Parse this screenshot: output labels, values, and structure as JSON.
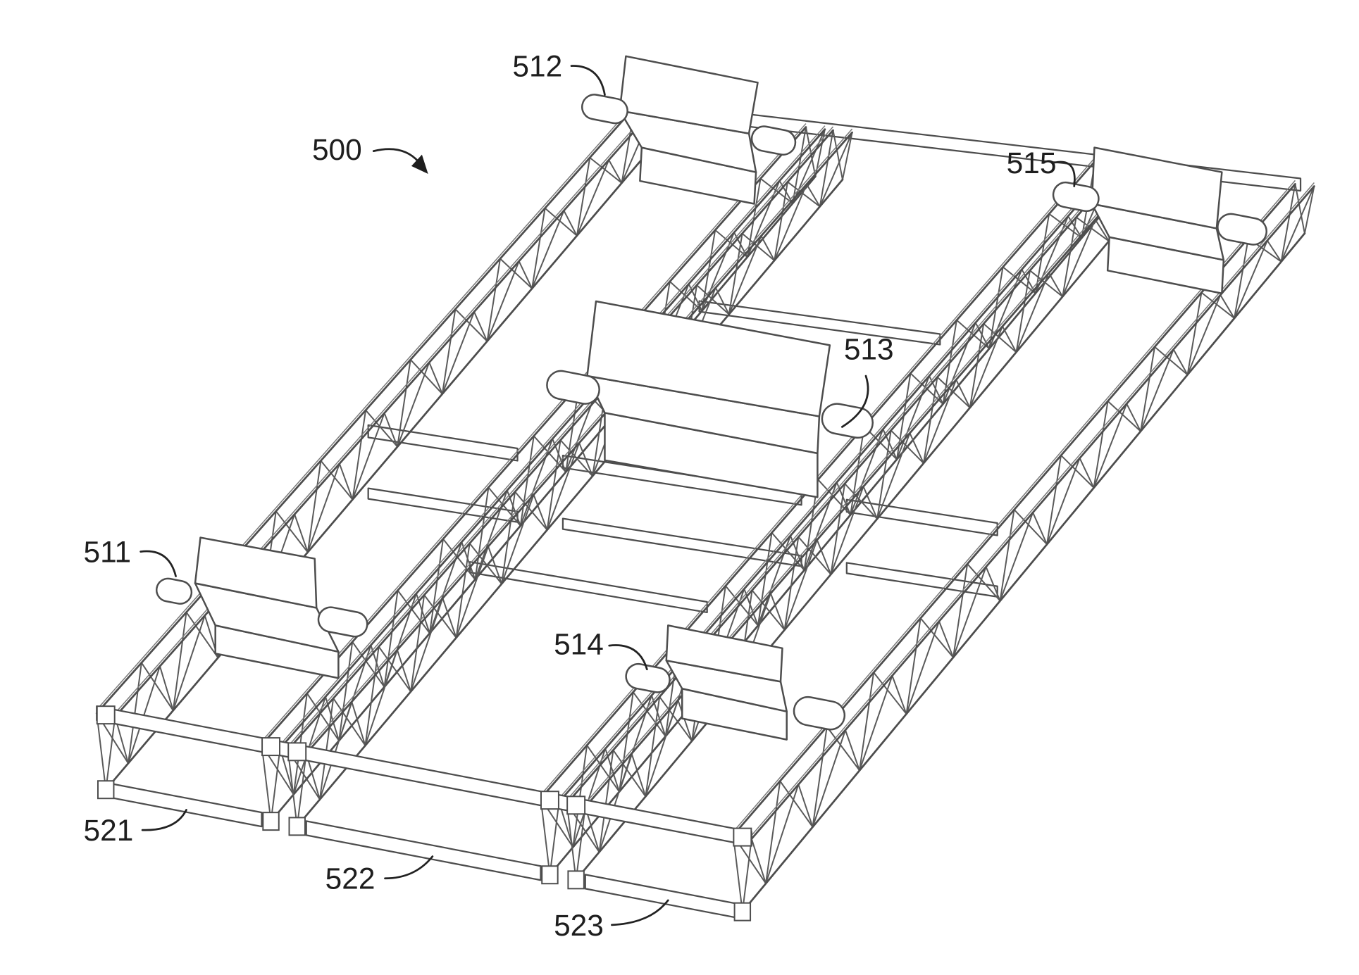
{
  "figure": {
    "labels": [
      "500",
      "511",
      "512",
      "513",
      "514",
      "515",
      "521",
      "522",
      "523"
    ]
  }
}
